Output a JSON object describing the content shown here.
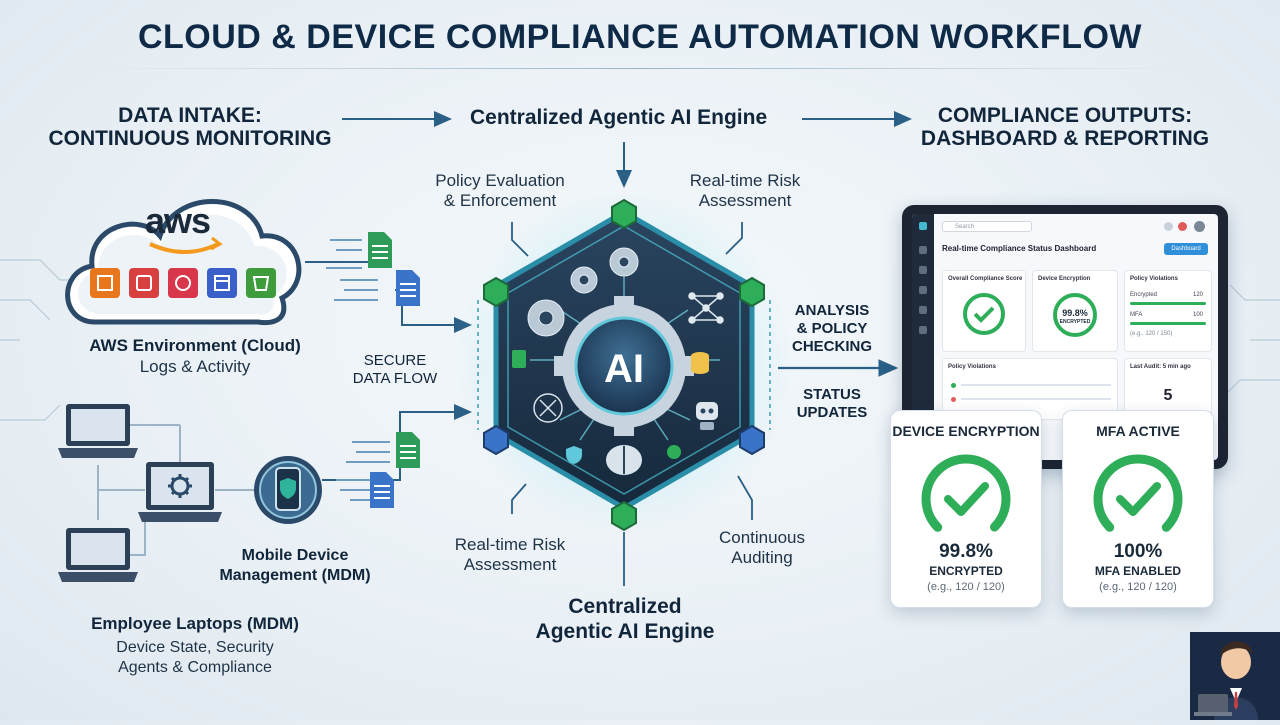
{
  "title": "CLOUD & DEVICE COMPLIANCE AUTOMATION WORKFLOW",
  "headers": {
    "intake": [
      "DATA INTAKE:",
      "CONTINUOUS MONITORING"
    ],
    "engine": "Centralized Agentic AI Engine",
    "outputs": [
      "COMPLIANCE OUTPUTS:",
      "DASHBOARD & REPORTING"
    ]
  },
  "sources": {
    "aws_logo": "aws",
    "aws_title": "AWS Environment (Cloud)",
    "aws_sub": "Logs & Activity",
    "secure_flow": [
      "SECURE",
      "DATA FLOW"
    ],
    "mdm_title": [
      "Mobile Device",
      "Management (MDM)"
    ],
    "laptops_title": "Employee Laptops (MDM)",
    "laptops_sub": [
      "Device State, Security",
      "Agents & Compliance"
    ]
  },
  "engine": {
    "core_label": "AI",
    "top_left": [
      "Policy Evaluation",
      "& Enforcement"
    ],
    "top_right": [
      "Real-time Risk",
      "Assessment"
    ],
    "bottom_left": [
      "Real-time Risk",
      "Assessment"
    ],
    "bottom_right": [
      "Continuous",
      "Auditing"
    ],
    "bottom_title": [
      "Centralized",
      "Agentic AI Engine"
    ]
  },
  "flows": {
    "analysis": [
      "ANALYSIS",
      "& POLICY",
      "CHECKING"
    ],
    "status": [
      "STATUS",
      "UPDATES"
    ]
  },
  "dashboard": {
    "search_placeholder": "Search",
    "title": "Real-time Compliance Status Dashboard",
    "button": "Dashboard",
    "card_score": "Overall Compliance Score",
    "card_encryption": "Device Encryption",
    "card_encryption_value": "99.8%",
    "card_encryption_sub": "ENCRYPTED",
    "card_violations": "Policy Violations",
    "violation_rows": [
      {
        "label": "Encrypted",
        "value": "120"
      },
      {
        "label": "MFA",
        "value": "100"
      }
    ],
    "violation_note": "(e.g., 120 / 150)",
    "card_violations_2": "Policy Violations",
    "card_audit": "Last Audit: 5 min ago",
    "audit_value": "5"
  },
  "kpis": [
    {
      "title": "DEVICE ENCRYPTION",
      "value": "99.8%",
      "sub": "ENCRYPTED",
      "note": "(e.g., 120 / 120)",
      "fraction": 0.998
    },
    {
      "title": "MFA ACTIVE",
      "value": "100%",
      "sub": "MFA ENABLED",
      "note": "(e.g., 120 / 120)",
      "fraction": 1.0
    }
  ],
  "colors": {
    "navy": "#0f2a47",
    "teal": "#2a9fb3",
    "green": "#2fae5a",
    "hex_dark": "#213a52"
  }
}
